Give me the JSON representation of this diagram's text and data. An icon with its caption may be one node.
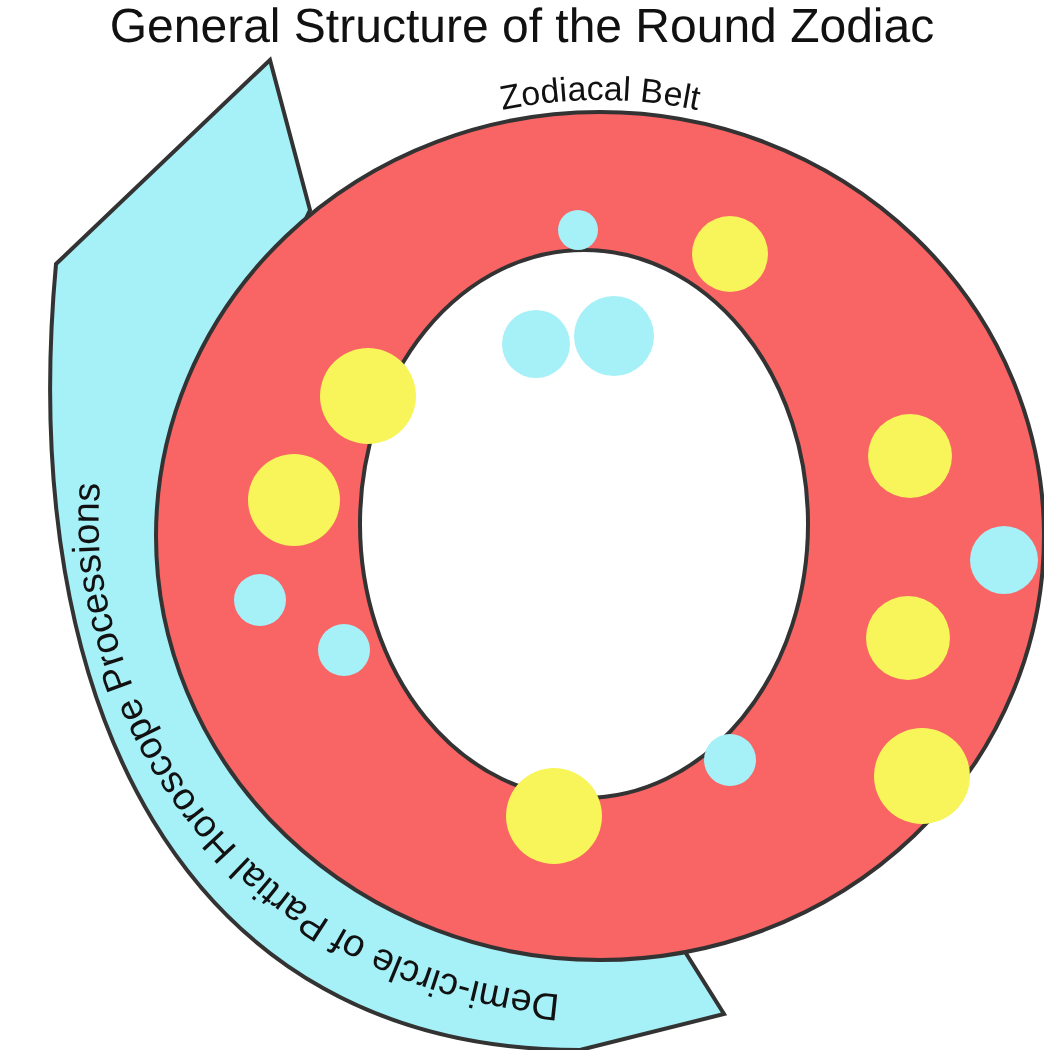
{
  "diagram": {
    "title": "General Structure of the Round Zodiac",
    "nodes": [
      {
        "text": [
          "Demi-circle of Partial Horoscope Processions"
        ]
      },
      {
        "text": [
          "Zodiacal Belt"
        ]
      }
    ],
    "edges": []
  }
}
